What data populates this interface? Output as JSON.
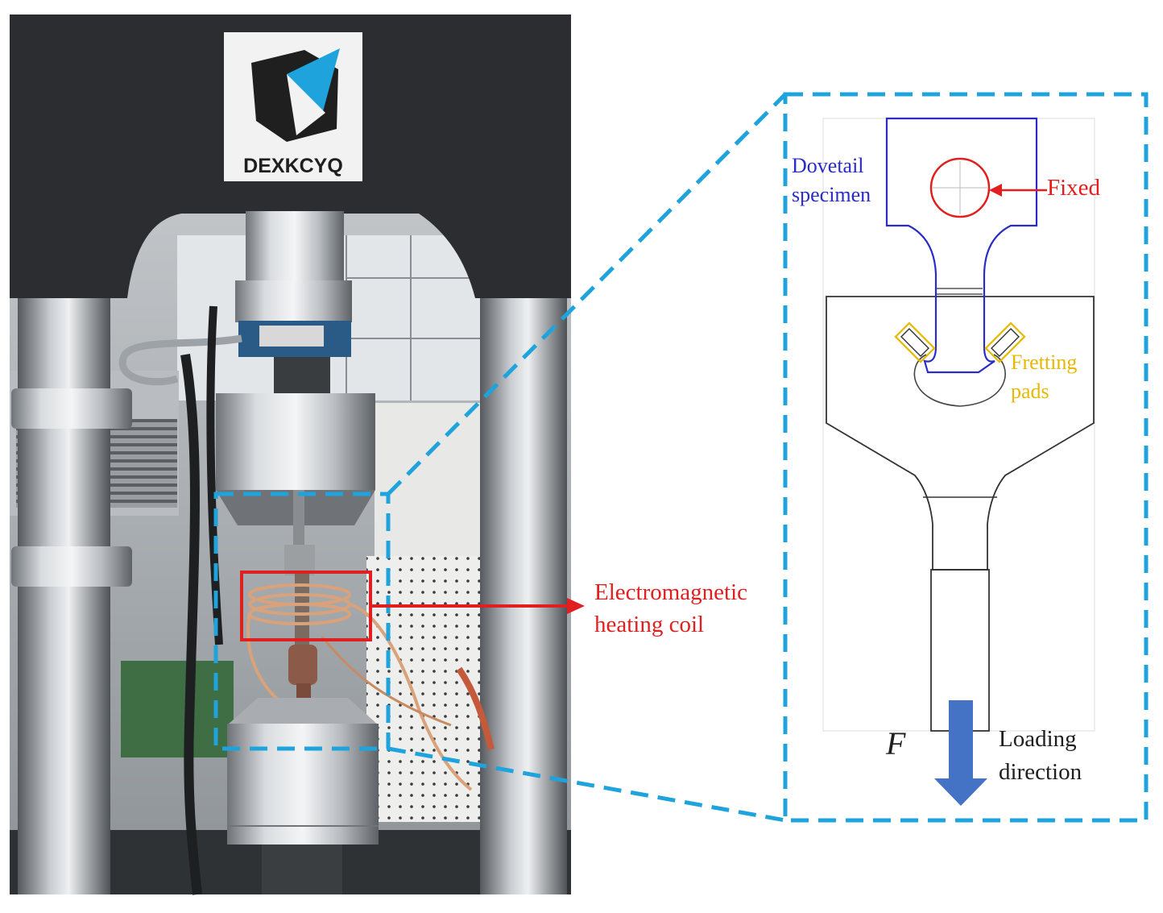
{
  "photo": {
    "logo_text": "DEXKCYQ"
  },
  "labels": {
    "heating_coil_line1": "Electromagnetic",
    "heating_coil_line2": "heating coil",
    "dovetail_line1": "Dovetail",
    "dovetail_line2": "specimen",
    "fixed": "Fixed",
    "fretting_line1": "Fretting",
    "fretting_line2": "pads",
    "force_symbol": "F",
    "loading_line1": "Loading",
    "loading_line2": "direction"
  },
  "colors": {
    "dashed_frame": "#1ea3dc",
    "annotation_red": "#e02020",
    "dovetail_blue": "#2b2bc8",
    "fretting_yellow": "#e8b800",
    "arrow_blue": "#4472c4",
    "machine_dark": "#2b2d30"
  }
}
